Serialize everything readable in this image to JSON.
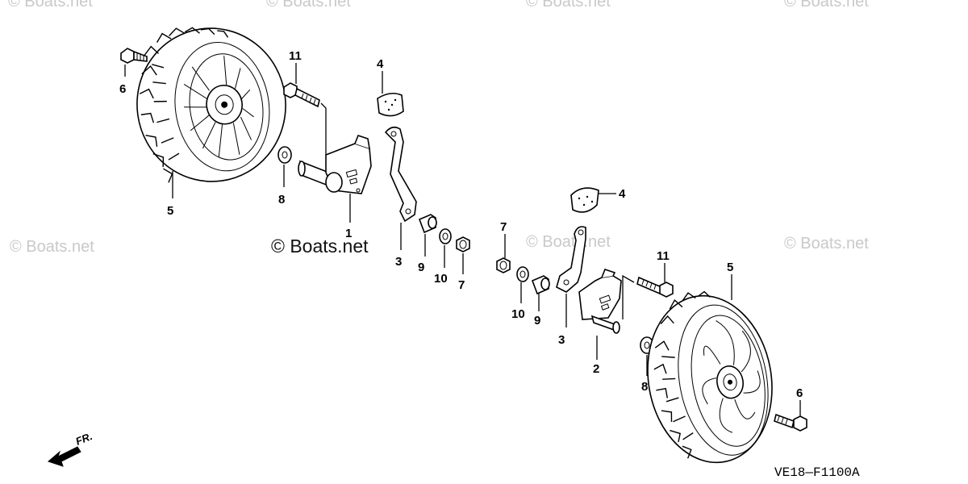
{
  "watermark": {
    "text": "© Boats.net",
    "main": "© Boats.net"
  },
  "diagram_code": "VE18—F1100A",
  "front_marker": "FR.",
  "callouts": {
    "c6_left": "6",
    "c11_left": "11",
    "c4_left": "4",
    "c8_left": "8",
    "c5_left": "5",
    "c1": "1",
    "c3_left": "3",
    "c9_left": "9",
    "c10_left": "10",
    "c7_left": "7",
    "c4_right": "4",
    "c7_right": "7",
    "c11_right": "11",
    "c5_right": "5",
    "c10_right": "10",
    "c9_right": "9",
    "c3_right": "3",
    "c2": "2",
    "c8_right": "8",
    "c6_right": "6"
  }
}
